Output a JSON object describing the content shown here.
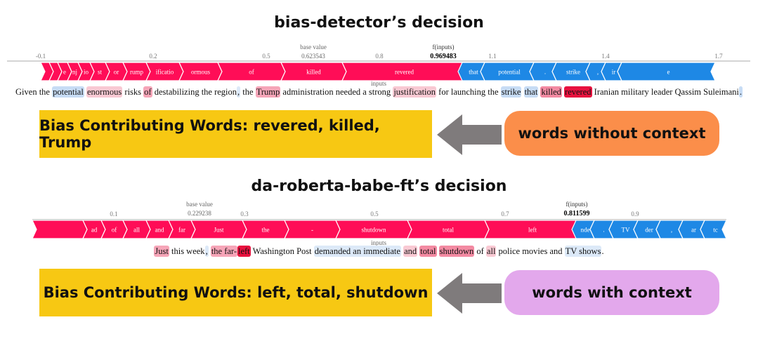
{
  "panels": [
    {
      "title": "bias-detector’s decision",
      "base_value_label": "base value",
      "base_value": "0.623543",
      "f_label": "f(inputs)",
      "f_value": "0.969483",
      "inputs_label": "inputs",
      "axis_ticks": [
        "-0.1",
        "0.2",
        "0.5",
        "0.8",
        "1.1",
        "1.4",
        "1.7"
      ],
      "positive_segments": [
        "",
        "",
        "e",
        "nj",
        "io",
        "st",
        "or",
        "rump",
        "ificatio",
        "ormous",
        "of",
        "killed",
        "revered"
      ],
      "negative_segments": [
        "that",
        "potential",
        ".",
        "strike",
        ",",
        "ir",
        "e"
      ],
      "sentence": [
        {
          "t": "Given the ",
          "c": ""
        },
        {
          "t": "potential",
          "c": "#c7dcf5"
        },
        {
          "t": " ",
          "c": ""
        },
        {
          "t": "enormous",
          "c": "#f9c9d3"
        },
        {
          "t": " risks ",
          "c": ""
        },
        {
          "t": "of",
          "c": "#f6a5b8"
        },
        {
          "t": " destabilizing the region",
          "c": ""
        },
        {
          "t": ",",
          "c": "#dce9f8"
        },
        {
          "t": " the ",
          "c": ""
        },
        {
          "t": "Trump",
          "c": "#f6a5b8"
        },
        {
          "t": " administration needed a strong ",
          "c": ""
        },
        {
          "t": "justification",
          "c": "#f9c9d3"
        },
        {
          "t": " for launching the ",
          "c": ""
        },
        {
          "t": "strike",
          "c": "#c7dcf5"
        },
        {
          "t": " ",
          "c": ""
        },
        {
          "t": "that",
          "c": "#c7dcf5"
        },
        {
          "t": " ",
          "c": ""
        },
        {
          "t": "killed",
          "c": "#f38aa2"
        },
        {
          "t": " ",
          "c": ""
        },
        {
          "t": "revered",
          "c": "#e8123f"
        },
        {
          "t": " Iranian military leader Qassim Suleimani",
          "c": ""
        },
        {
          "t": ".",
          "c": "#c7dcf5"
        }
      ],
      "bias_words": "Bias Contributing Words: revered, killed, Trump",
      "context_label": "words without context",
      "context_color": "#fb8e4a"
    },
    {
      "title": "da-roberta-babe-ft’s decision",
      "base_value_label": "base value",
      "base_value": "0.229238",
      "f_label": "f(inputs)",
      "f_value": "0.811599",
      "inputs_label": "inputs",
      "axis_ticks": [
        "0.1",
        "0.3",
        "0.5",
        "0.7",
        "0.9"
      ],
      "positive_segments": [
        "",
        "ad",
        "of",
        "all",
        "and",
        "far",
        "Just",
        "the",
        "-",
        "shutdown",
        "total",
        "left"
      ],
      "negative_segments": [
        "nde",
        ".",
        "TV",
        "der",
        ",",
        "ar",
        "tc"
      ],
      "sentence": [
        {
          "t": "Just",
          "c": "#f6a5b8"
        },
        {
          "t": " this week",
          "c": ""
        },
        {
          "t": ",",
          "c": "#dce9f8"
        },
        {
          "t": " ",
          "c": ""
        },
        {
          "t": "the far-",
          "c": "#f6a5b8"
        },
        {
          "t": "left",
          "c": "#e8123f"
        },
        {
          "t": " Washington Post ",
          "c": ""
        },
        {
          "t": "demanded an immediate",
          "c": "#dce9f8"
        },
        {
          "t": " ",
          "c": ""
        },
        {
          "t": "and",
          "c": "#f9c9d3"
        },
        {
          "t": " ",
          "c": ""
        },
        {
          "t": "total",
          "c": "#f38aa2"
        },
        {
          "t": " ",
          "c": ""
        },
        {
          "t": "shutdown",
          "c": "#f38aa2"
        },
        {
          "t": " of ",
          "c": ""
        },
        {
          "t": "all",
          "c": "#f9c9d3"
        },
        {
          "t": " police movies and ",
          "c": ""
        },
        {
          "t": "TV shows",
          "c": "#dce9f8"
        },
        {
          "t": ".",
          "c": ""
        }
      ],
      "bias_words": "Bias Contributing Words: left, total, shutdown",
      "context_label": "words with context",
      "context_color": "#e3a8ec"
    }
  ],
  "colors": {
    "positive": "#ff0d57",
    "negative": "#1e88e5",
    "bias_box": "#f7c813",
    "arrow": "#7f7b7c"
  }
}
